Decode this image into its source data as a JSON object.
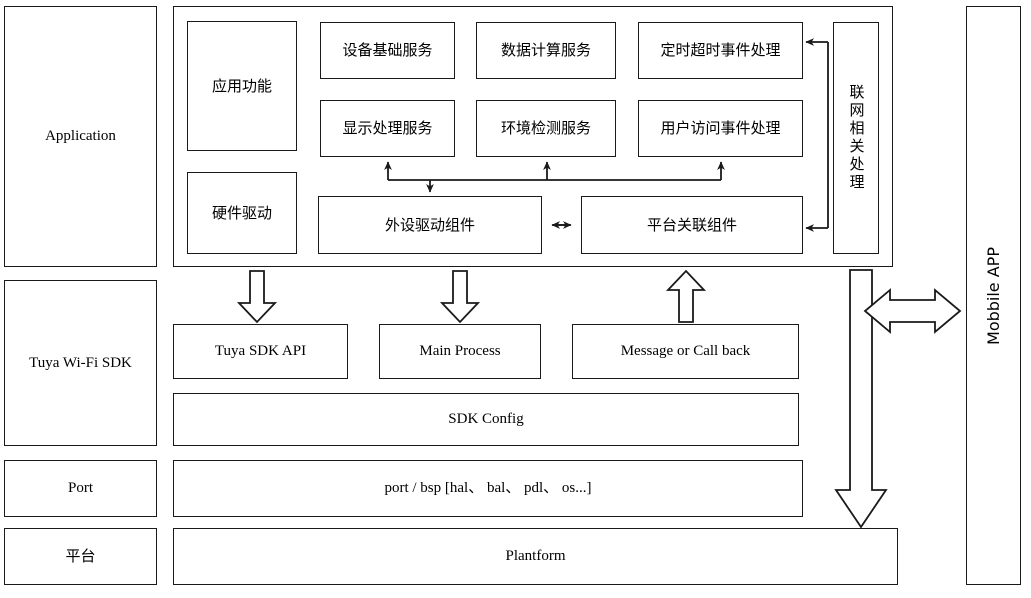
{
  "diagram": {
    "title": "Tuya Wi-Fi SDK Architecture",
    "stroke_color": "#1a1a1a",
    "fill_color": "#ffffff"
  },
  "layers": [
    {
      "id": "application",
      "label": "Application"
    },
    {
      "id": "tuya_wifi_sdk",
      "label": "Tuya Wi-Fi SDK"
    },
    {
      "id": "port",
      "label": "Port"
    },
    {
      "id": "platform",
      "label": "平台"
    }
  ],
  "application_layer": {
    "groups": [
      {
        "id": "app_function",
        "label": "应用功能"
      },
      {
        "id": "hardware_driver",
        "label": "硬件驱动"
      }
    ],
    "services_row1": [
      {
        "id": "device_basic_service",
        "label": "设备基础服务"
      },
      {
        "id": "data_compute_service",
        "label": "数据计算服务"
      },
      {
        "id": "timer_timeout_event",
        "label": "定时超时事件处理"
      }
    ],
    "services_row2": [
      {
        "id": "display_process_service",
        "label": "显示处理服务"
      },
      {
        "id": "environment_detect_service",
        "label": "环境检测服务"
      },
      {
        "id": "user_access_event",
        "label": "用户访问事件处理"
      }
    ],
    "components": [
      {
        "id": "peripheral_driver_component",
        "label": "外设驱动组件"
      },
      {
        "id": "platform_related_component",
        "label": "平台关联组件"
      }
    ],
    "network_module": {
      "id": "network_related_process",
      "label": "联网相关处理"
    }
  },
  "sdk_layer": {
    "blocks": [
      {
        "id": "tuya_sdk_api",
        "label": "Tuya SDK API"
      },
      {
        "id": "main_process",
        "label": "Main Process"
      },
      {
        "id": "message_or_callback",
        "label": "Message or Call back"
      }
    ],
    "config": {
      "id": "sdk_config",
      "label": "SDK Config"
    }
  },
  "port_layer": {
    "block": {
      "id": "port_bsp",
      "label": "port / bsp [hal、 bal、 pdl、 os...]"
    }
  },
  "platform_layer": {
    "block": {
      "id": "plantform",
      "label": "Plantform"
    }
  },
  "external": {
    "mobile_app": {
      "id": "mobbile_app",
      "label": "Mobbile APP"
    }
  },
  "connectors": [
    {
      "id": "arrow-app-to-sdkapi",
      "type": "block-arrow-down"
    },
    {
      "id": "arrow-app-to-mainprocess",
      "type": "block-arrow-down"
    },
    {
      "id": "arrow-callback-to-app",
      "type": "block-arrow-up"
    },
    {
      "id": "arrow-app-to-platform",
      "type": "block-arrow-down-long"
    },
    {
      "id": "arrow-app-mobile-bidirectional",
      "type": "block-arrow-double-horizontal"
    },
    {
      "id": "arrow-bus-to-display-service",
      "type": "line-arrow-up"
    },
    {
      "id": "arrow-bus-to-environment-service",
      "type": "line-arrow-up"
    },
    {
      "id": "arrow-bus-to-user-access-event",
      "type": "line-arrow-up"
    },
    {
      "id": "arrow-bus-to-peripheral-driver",
      "type": "line-arrow-down"
    },
    {
      "id": "arrow-peripheral-to-platform-component",
      "type": "line-arrow-double-horizontal"
    },
    {
      "id": "arrow-network-to-timer-event",
      "type": "line-arrow-left"
    },
    {
      "id": "arrow-network-to-platform-component",
      "type": "line-arrow-left"
    }
  ]
}
